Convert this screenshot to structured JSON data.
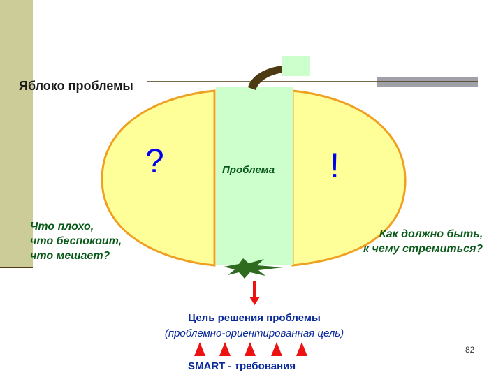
{
  "title": {
    "word1": "Яблоко",
    "word2": "проблемы"
  },
  "apple": {
    "left_mark": "?",
    "right_mark": "!",
    "center_label": "Проблема"
  },
  "left_question": [
    "Что плохо,",
    "что беспокоит,",
    "что мешает?"
  ],
  "right_question": [
    "Как должно быть,",
    "к чему стремиться?"
  ],
  "goal": {
    "line1": "Цель решения проблемы",
    "line2": "(проблемно-ориентированная цель)"
  },
  "smart_label": "SMART - требования",
  "page_number": "82",
  "colors": {
    "apple_fill": "#ffff99",
    "apple_outline": "#f0a020",
    "center_band": "#ccffcc",
    "leaf": "#ccffcc",
    "stem": "#4d3a12",
    "left_bar": "#cccc99",
    "gray_bar": "#a0a0a8",
    "arrow_red": "#ee1111",
    "text_green": "#0a5a1a",
    "text_blue": "#0a2a9a",
    "mark_blue": "#0000ee",
    "star_green": "#2f6b1f"
  }
}
